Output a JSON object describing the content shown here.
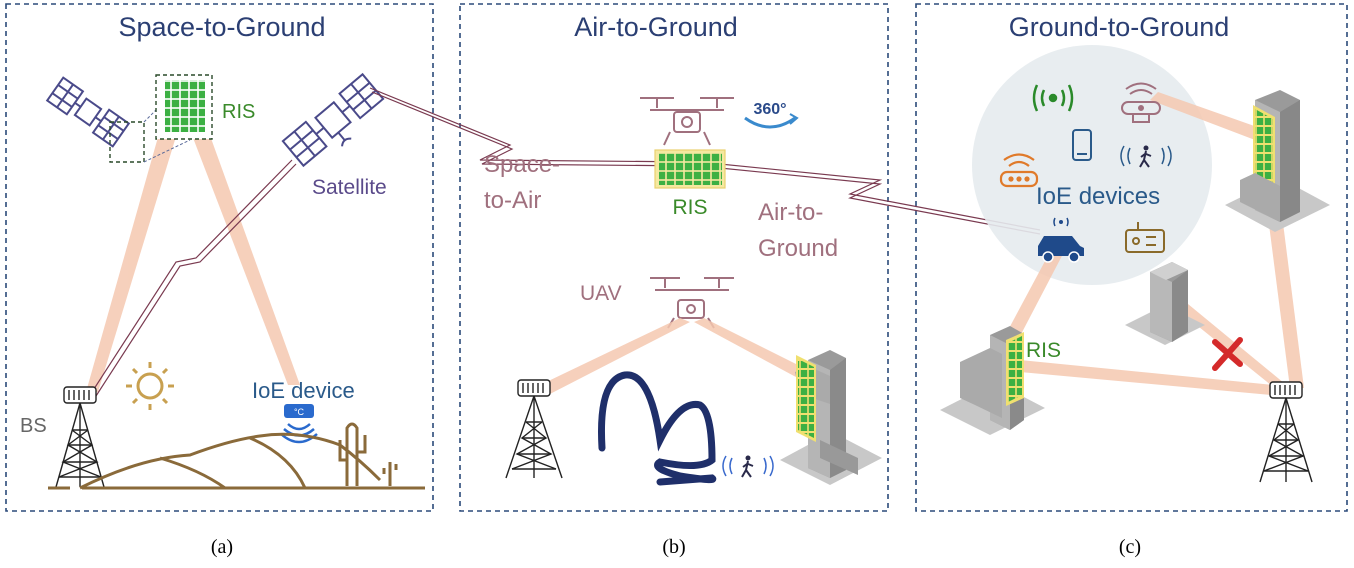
{
  "panels": {
    "a": {
      "title": "Space-to-Ground",
      "caption": "(a)",
      "labels": {
        "ris": "RIS",
        "satellite": "Satellite",
        "bs": "BS",
        "ioe_device": "IoE device",
        "temp": "°C"
      }
    },
    "b": {
      "title": "Air-to-Ground",
      "caption": "(b)",
      "labels": {
        "space_1": "Space-",
        "space_2": "to-Air",
        "ris": "RIS",
        "air_1": "Air-to-",
        "air_2": "Ground",
        "uav": "UAV",
        "rot": "360°"
      }
    },
    "c": {
      "title": "Ground-to-Ground",
      "caption": "(c)",
      "labels": {
        "ioe_devices": "IoE devices",
        "ris": "RIS"
      }
    }
  },
  "colors": {
    "frame": "#2b4a7a",
    "beam": "#f5c8b0",
    "link": "#7a3a50",
    "ris": "#3cb043",
    "ris_frame": "#e8d070",
    "satellite": "#4a4a8a",
    "blocked": "#d42a2a"
  },
  "icons": [
    "satellite-icon",
    "ris-panel-icon",
    "bs-tower-icon",
    "sun-icon",
    "ioe-thermometer-icon",
    "desert-icon",
    "cactus-icon",
    "drone-icon",
    "rotate-360-icon",
    "mountain-icon",
    "pedestrian-icon",
    "building-icon",
    "wifi-icon",
    "router-icon",
    "phone-icon",
    "car-icon",
    "radio-icon",
    "blocked-x-icon"
  ]
}
